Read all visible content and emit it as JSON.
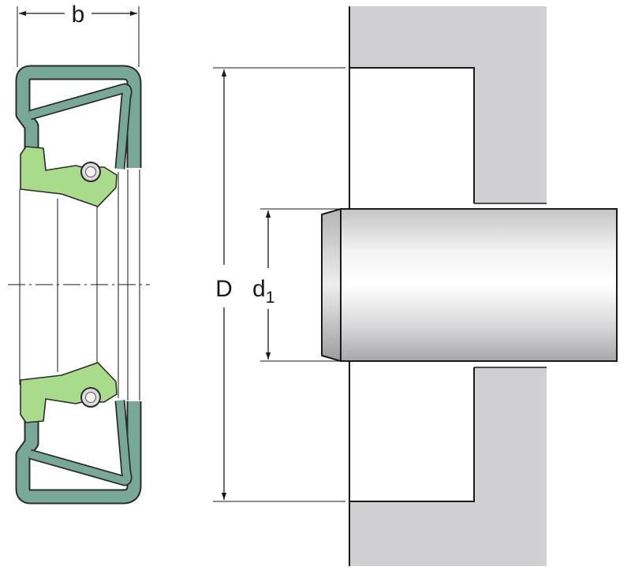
{
  "labels": {
    "width": "b",
    "outer_diameter": "D",
    "shaft_symbol": "d",
    "shaft_subscript": "1"
  },
  "colors": {
    "case_rubber": "#78a898",
    "case_rubber_outline": "#2c2c2c",
    "lip_rubber": "#a8dc8a",
    "spring_fill": "#dcdcdc",
    "housing": "#d0d0d2",
    "line": "#1a1a1a"
  },
  "icons": {
    "spring": "garter-spring-ring",
    "arrow": "dimension-arrowhead"
  }
}
